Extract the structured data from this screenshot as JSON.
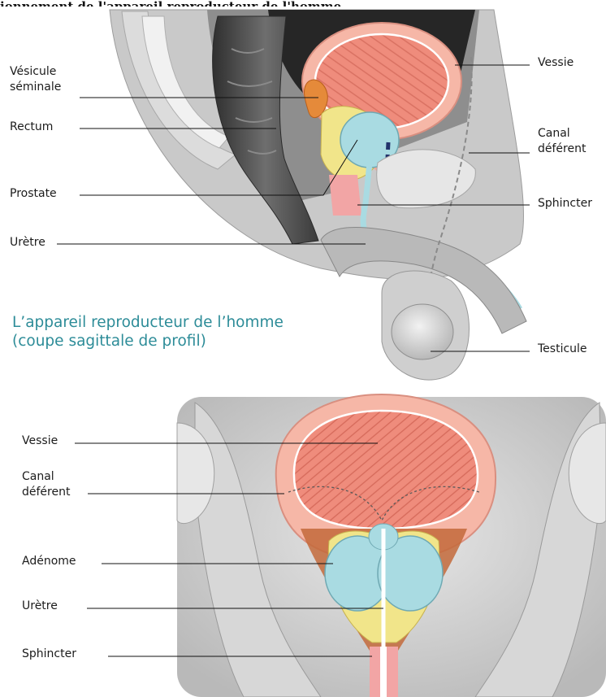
{
  "header": {
    "cropped_title": "ionnement de l'appareil reproducteur de l'homme"
  },
  "caption": {
    "line1": "L’appareil reproducteur de l’homme",
    "line2": "(coupe sagittale de profil)",
    "color": "#2d8c98"
  },
  "sagittal_view": {
    "labels": {
      "vesicule_1": "Vésicule",
      "vesicule_2": "séminale",
      "rectum": "Rectum",
      "prostate": "Prostate",
      "uretre": "Urètre",
      "vessie": "Vessie",
      "canal_1": "Canal",
      "canal_2": "déférent",
      "sphincter": "Sphincter",
      "testicule": "Testicule"
    }
  },
  "frontal_view": {
    "labels": {
      "vessie": "Vessie",
      "canal_1": "Canal",
      "canal_2": "déférent",
      "adenome": "Adénome",
      "uretre": "Urètre",
      "sphincter": "Sphincter"
    }
  },
  "colors": {
    "bladder": "#ef8c7c",
    "bladder_wall": "#f6b7a7",
    "prostate": "#a9dbe2",
    "gland_yellow": "#f1e58a",
    "tissue_gray": "#c7c7c7",
    "rectum_dark": "#4d4d4d",
    "sphincter_pink": "#f2a5a5",
    "vas_dark_blue": "#23336b"
  }
}
